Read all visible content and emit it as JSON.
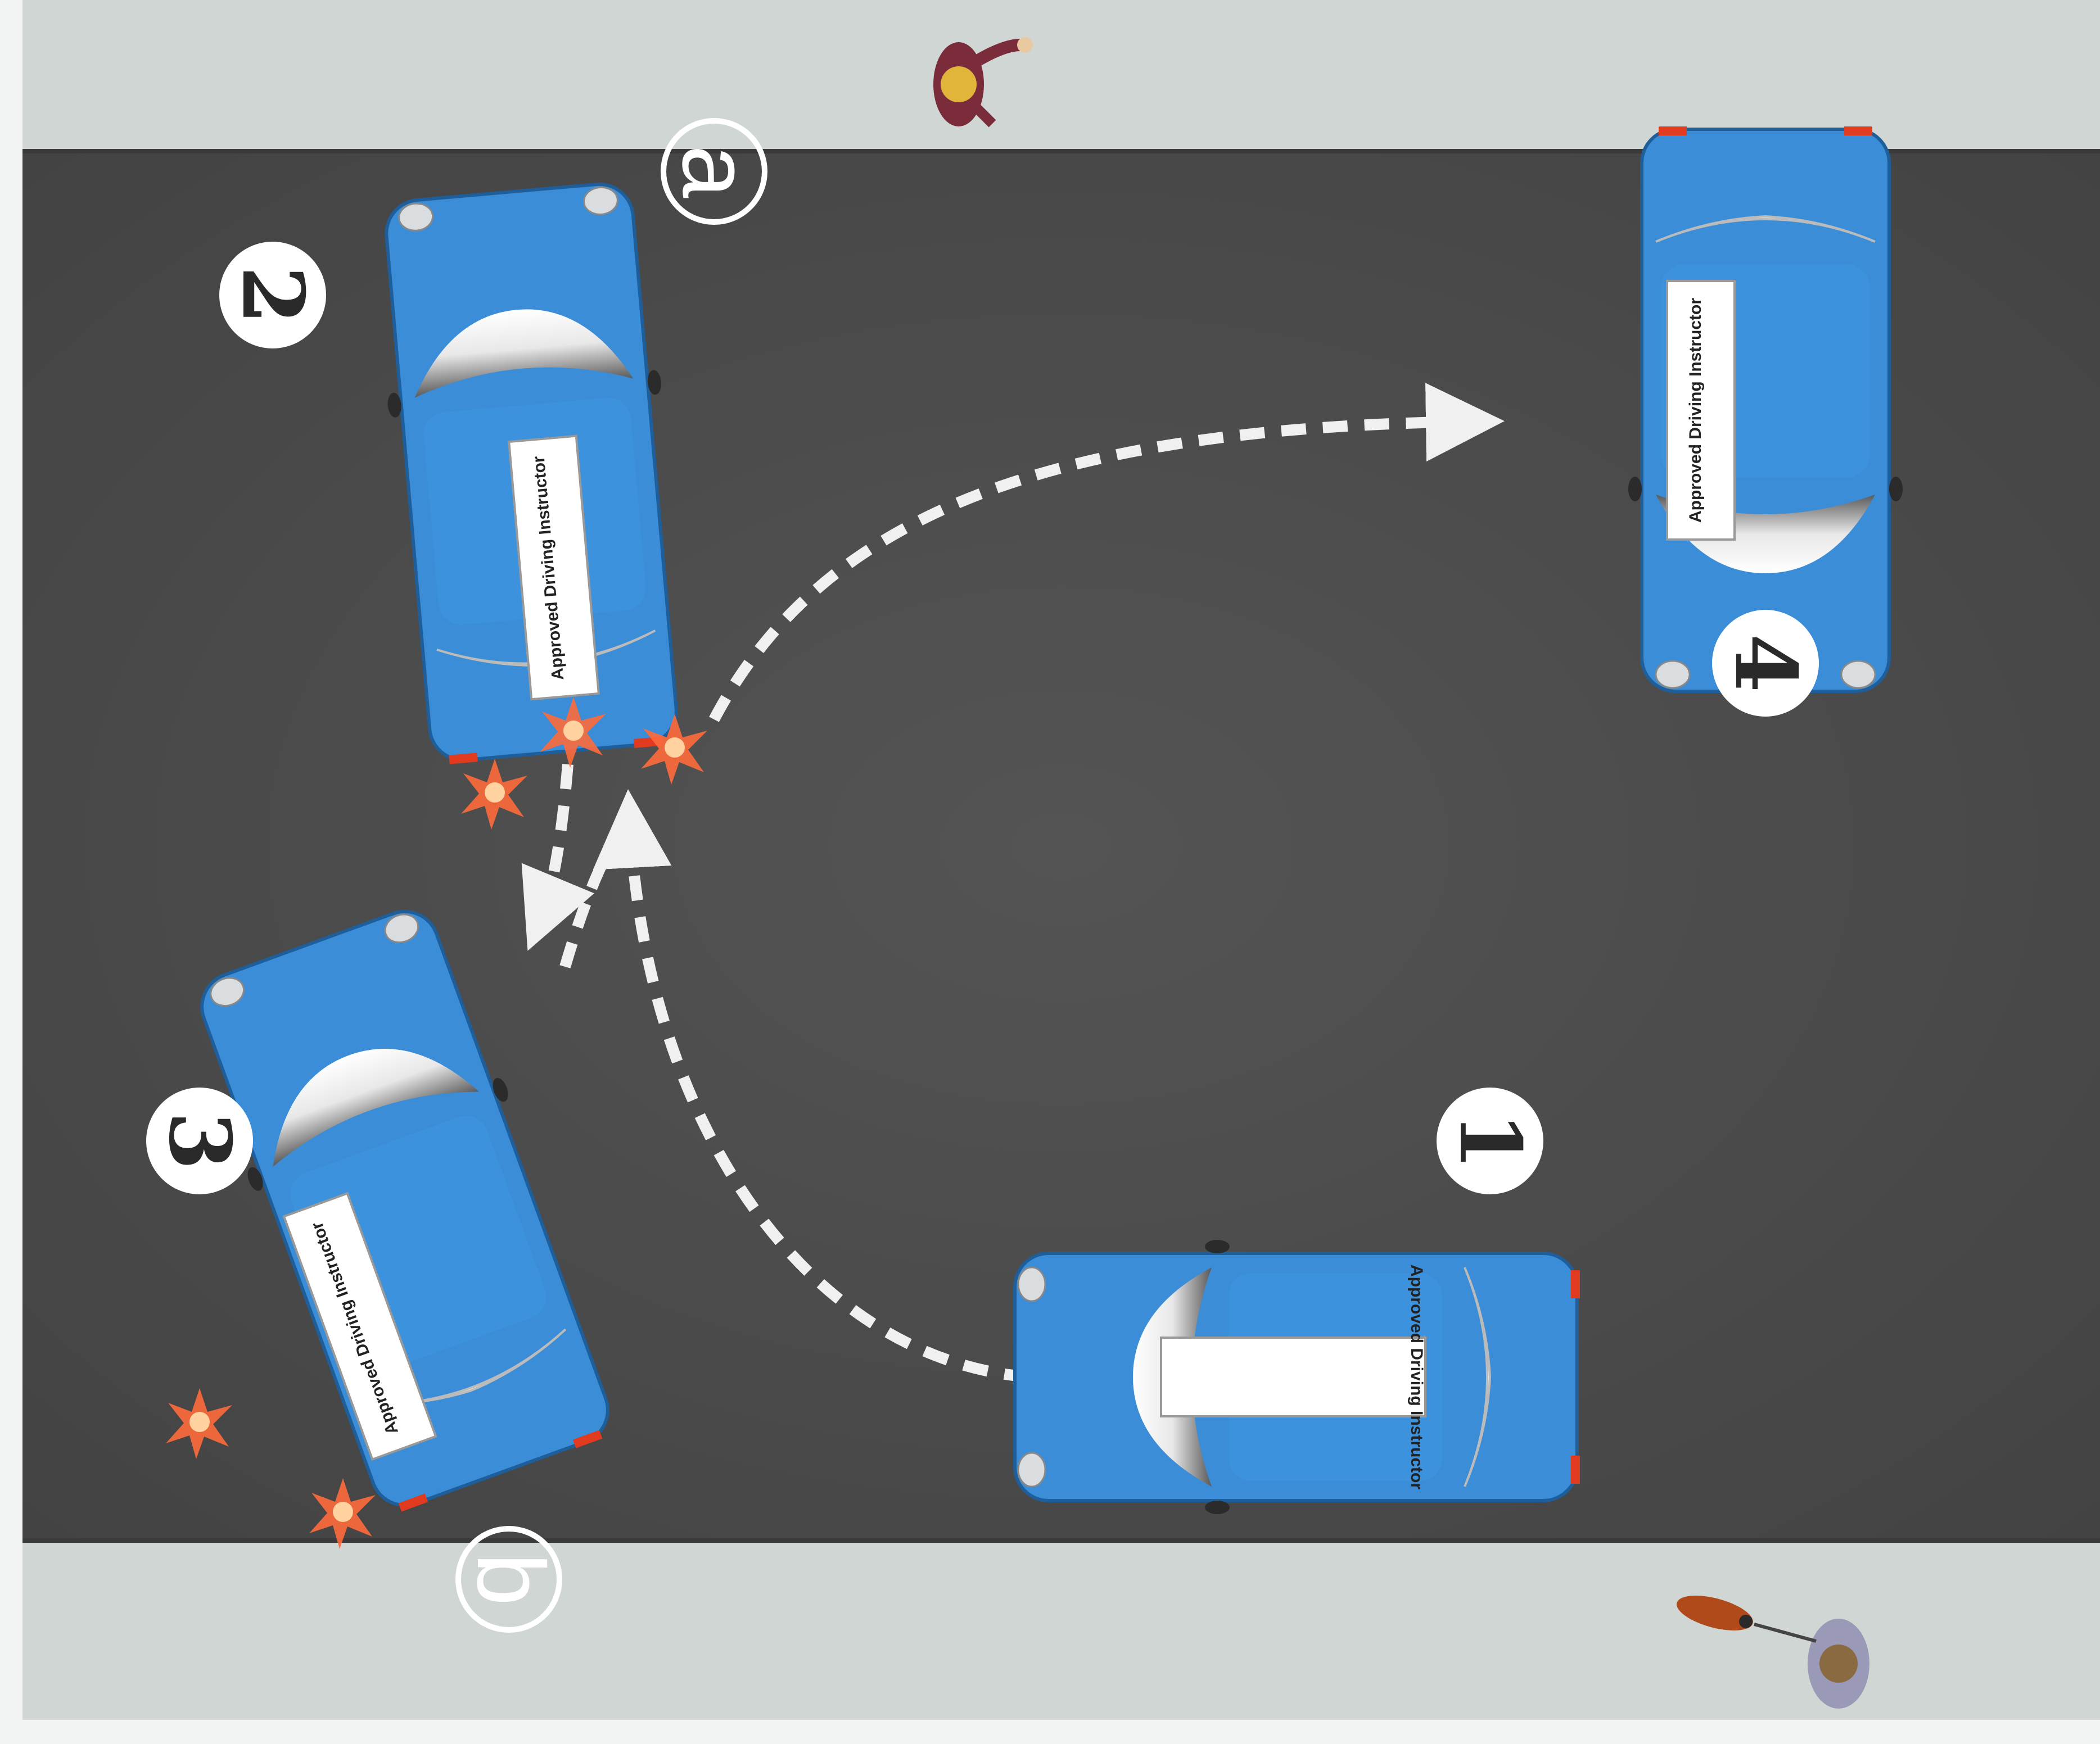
{
  "colors": {
    "road": "#4b4b4b",
    "pavement": "#cfd6d4",
    "car_body": "#3a8dd6",
    "path": "#f0f0f0",
    "flash": "#ff6a3c"
  },
  "cars": [
    {
      "step": "1",
      "sign": "Approved Driving Instructor"
    },
    {
      "step": "2",
      "sign": "Approved Driving Instructor"
    },
    {
      "step": "3",
      "sign": "Approved Driving Instructor"
    },
    {
      "step": "4",
      "sign": "Approved Driving Instructor"
    }
  ],
  "points": {
    "a": "a",
    "b": "b"
  },
  "figures": {
    "pedestrian_top": "pedestrian",
    "pedestrian_with_dog": "pedestrian with dog"
  }
}
